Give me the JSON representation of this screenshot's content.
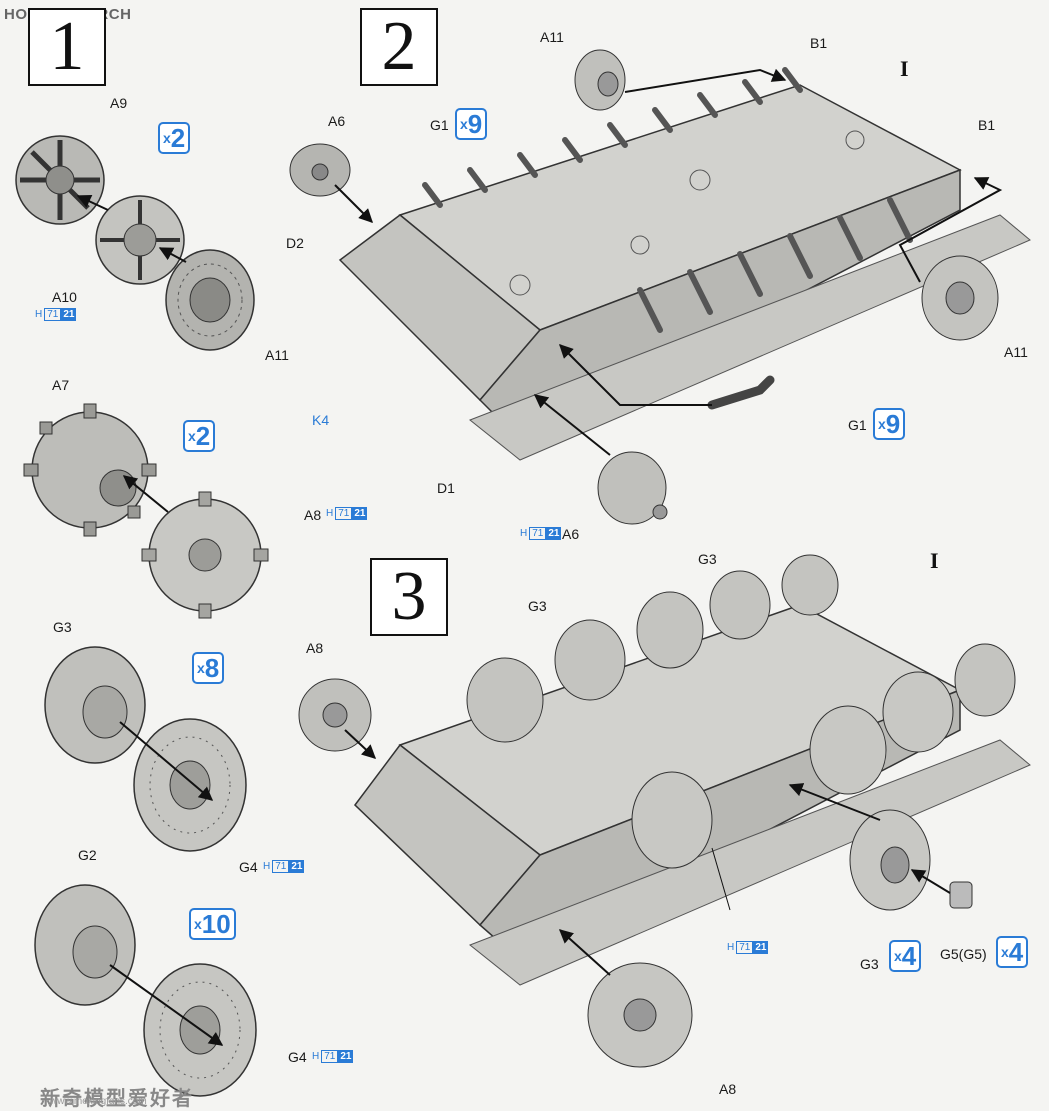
{
  "watermark": {
    "brand": "HOBBY SEARCH",
    "footer_cn": "新奇模型爱好者",
    "footer_url": "www.moxingfans.com"
  },
  "steps": [
    "1",
    "2",
    "3"
  ],
  "hull_marker": "I",
  "code": {
    "prefix": "H",
    "num1": "71",
    "num2": "21"
  },
  "multipliers": {
    "s1_a9": {
      "x": "x",
      "n": "2"
    },
    "s1_a7": {
      "x": "x",
      "n": "2"
    },
    "s1_g3": {
      "x": "x",
      "n": "8"
    },
    "s1_g2": {
      "x": "x",
      "n": "10"
    },
    "s2_g1_top": {
      "x": "x",
      "n": "9"
    },
    "s2_g1_bottom": {
      "x": "x",
      "n": "9"
    },
    "s3_g3": {
      "x": "x",
      "n": "4"
    },
    "s3_g5": {
      "x": "x",
      "n": "4"
    }
  },
  "labels": {
    "a9": "A9",
    "a10": "A10",
    "a11_s1": "A11",
    "a7": "A7",
    "a8_s1": "A8",
    "g3_s1": "G3",
    "g4_s1a": "G4",
    "g2": "G2",
    "g4_s1b": "G4",
    "a11_top": "A11",
    "b1_top": "B1",
    "a6_top": "A6",
    "g1_top": "G1",
    "d2": "D2",
    "k4": "K4",
    "b1_right": "B1",
    "a11_right": "A11",
    "g1_bottom": "G1",
    "d1": "D1",
    "a6_bottom": "A6",
    "a8_s3": "A8",
    "g3_s3a": "G3",
    "g3_s3b": "G3",
    "a8_s3_bottom": "A8",
    "g3_s3_bottom": "G3",
    "g5": "G5(G5)"
  }
}
